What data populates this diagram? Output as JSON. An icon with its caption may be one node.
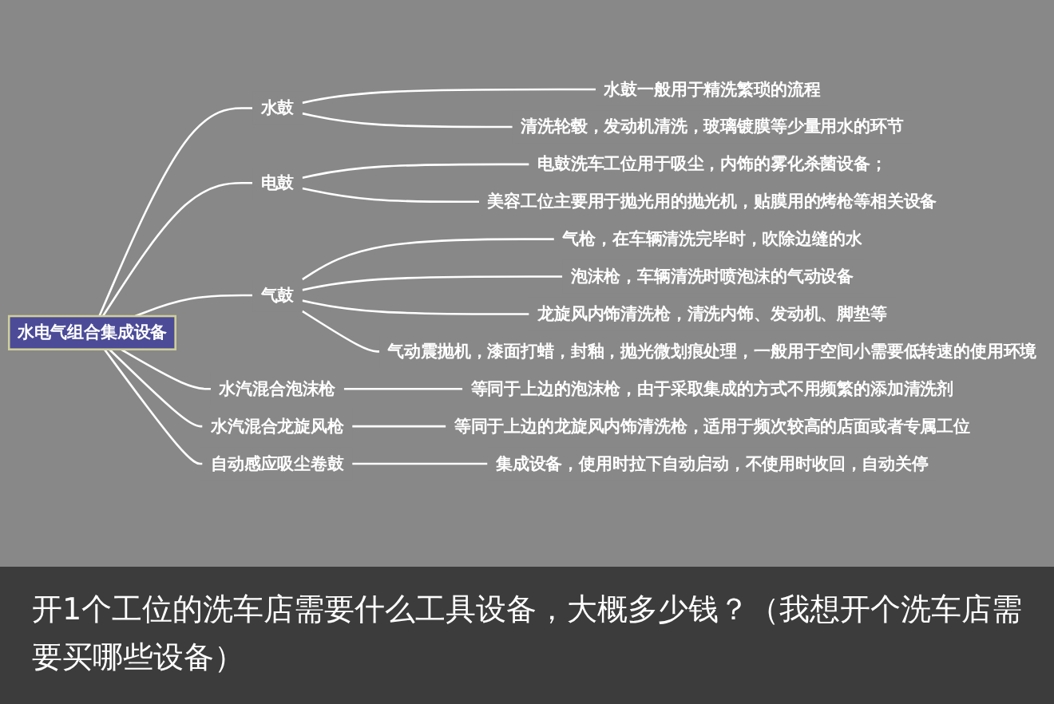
{
  "diagram": {
    "caption": "开1个工位的洗车店需要什么工具设备，大概多少钱？（我想开个洗车店需要买哪些设备）",
    "nodes": [
      {
        "text": [
          "水电气组合集成设备"
        ]
      },
      {
        "text": [
          "水鼓"
        ]
      },
      {
        "text": [
          "水鼓一般用于精洗繁琐的流程"
        ]
      },
      {
        "text": [
          "清洗轮毂，发动机清洗，玻璃镀膜等少量用水的环节"
        ]
      },
      {
        "text": [
          "电鼓"
        ]
      },
      {
        "text": [
          "电鼓洗车工位用于吸尘，内饰的雾化杀菌设备；"
        ]
      },
      {
        "text": [
          "美容工位主要用于抛光用的抛光机，贴膜用的烤枪等相关设备"
        ]
      },
      {
        "text": [
          "气鼓"
        ]
      },
      {
        "text": [
          "气枪，在车辆清洗完毕时，吹除边缝的水"
        ]
      },
      {
        "text": [
          "泡沫枪，车辆清洗时喷泡沫的气动设备"
        ]
      },
      {
        "text": [
          "龙旋风内饰清洗枪，清洗内饰、发动机、脚垫等"
        ]
      },
      {
        "text": [
          "气动震抛机，漆面打蜡，封釉，抛光微划痕处理，一般用于空间小需要低转速的使用环境"
        ]
      },
      {
        "text": [
          "水汽混合泡沫枪"
        ]
      },
      {
        "text": [
          "等同于上边的泡沫枪，由于采取集成的方式不用频繁的添加清洗剂"
        ]
      },
      {
        "text": [
          "水汽混合龙旋风枪"
        ]
      },
      {
        "text": [
          "等同于上边的龙旋风内饰清洗枪，适用于频次较高的店面或者专属工位"
        ]
      },
      {
        "text": [
          "自动感应吸尘卷鼓"
        ]
      },
      {
        "text": [
          "集成设备，使用时拉下自动启动，不使用时收回，自动关停"
        ]
      }
    ],
    "edges": [
      {
        "from": 0,
        "to": 1,
        "arrow": "none"
      },
      {
        "from": 1,
        "to": 2,
        "arrow": "none"
      },
      {
        "from": 1,
        "to": 3,
        "arrow": "none"
      },
      {
        "from": 0,
        "to": 4,
        "arrow": "none"
      },
      {
        "from": 4,
        "to": 5,
        "arrow": "none"
      },
      {
        "from": 4,
        "to": 6,
        "arrow": "none"
      },
      {
        "from": 0,
        "to": 7,
        "arrow": "none"
      },
      {
        "from": 7,
        "to": 8,
        "arrow": "none"
      },
      {
        "from": 7,
        "to": 9,
        "arrow": "none"
      },
      {
        "from": 7,
        "to": 10,
        "arrow": "none"
      },
      {
        "from": 7,
        "to": 11,
        "arrow": "none"
      },
      {
        "from": 0,
        "to": 12,
        "arrow": "none"
      },
      {
        "from": 12,
        "to": 13,
        "arrow": "none"
      },
      {
        "from": 0,
        "to": 14,
        "arrow": "none"
      },
      {
        "from": 14,
        "to": 15,
        "arrow": "none"
      },
      {
        "from": 0,
        "to": 16,
        "arrow": "none"
      },
      {
        "from": 16,
        "to": 17,
        "arrow": "none"
      }
    ]
  }
}
